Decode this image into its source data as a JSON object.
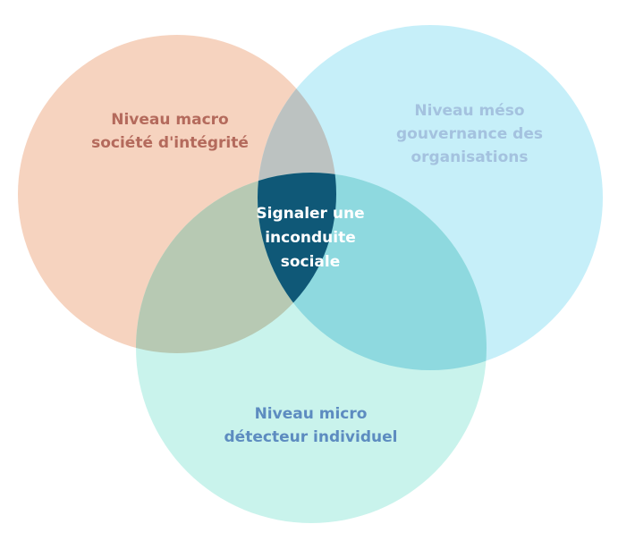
{
  "circles": {
    "macro": {
      "lines": [
        "Niveau macro",
        "société d'intégrité"
      ],
      "fill": "#f6d3bf",
      "text_color": "#b46a5c"
    },
    "meso": {
      "lines": [
        "Niveau méso",
        "gouvernance des",
        "organisations"
      ],
      "fill": "#c6eff9",
      "text_color": "#a4c2df"
    },
    "micro": {
      "lines": [
        "Niveau micro",
        "détecteur individuel"
      ],
      "fill": "#c9f3ec",
      "text_color": "#5d8cc0"
    }
  },
  "overlaps": {
    "macro_meso": "#bcc2c1",
    "macro_micro": "#b7c9b3",
    "meso_micro": "#8ed9df"
  },
  "center": {
    "lines": [
      "Signaler une",
      "inconduite",
      "sociale"
    ],
    "fill": "#0f5877",
    "text_color": "#ffffff"
  }
}
